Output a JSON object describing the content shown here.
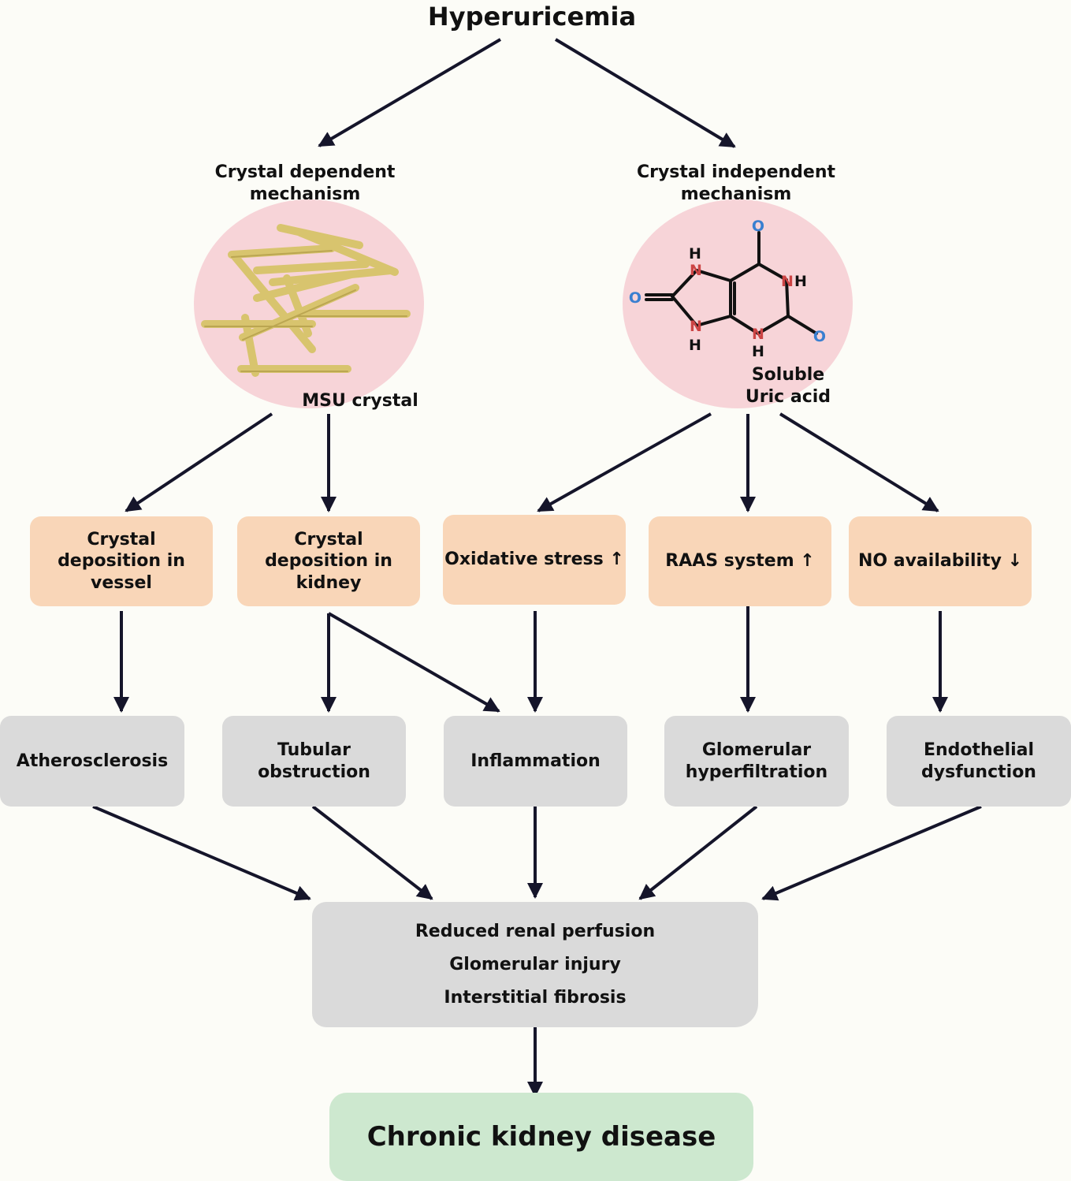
{
  "title": "Hyperuricemia",
  "mechanisms": {
    "dependent": {
      "label": "Crystal dependent\nmechanism",
      "caption": "MSU crystal"
    },
    "independent": {
      "label": "Crystal independent\nmechanism",
      "caption": "Soluble\nUric acid"
    }
  },
  "molecule_atoms": {
    "o_top": "O",
    "o_left": "O",
    "o_right": "O",
    "n1": "N",
    "n2": "N",
    "n3": "N",
    "n4": "N",
    "h1": "H",
    "h2": "H",
    "h3": "H",
    "h4": "H"
  },
  "intermediate": [
    "Crystal\ndeposition in\nvessel",
    "Crystal\ndeposition in\nkidney",
    "Oxidative stress ↑",
    "RAAS system ↑",
    "NO availability ↓"
  ],
  "effects": [
    "Atherosclerosis",
    "Tubular\nobstruction",
    "Inflammation",
    "Glomerular\nhyperfiltration",
    "Endothelial\ndysfunction"
  ],
  "renal_findings": [
    "Reduced renal perfusion",
    "Glomerular injury",
    "Interstitial fibrosis"
  ],
  "outcome": "Chronic kidney disease",
  "colors": {
    "intermediate_box": "#f9d6b8",
    "effect_box": "#dadada",
    "outcome_box": "#cde8cf",
    "circle_fill": "#f7d4d8",
    "crystal": "#d8c46e",
    "nitrogen": "#cc4444",
    "oxygen": "#3a7fd0",
    "arrow": "#15152a"
  }
}
